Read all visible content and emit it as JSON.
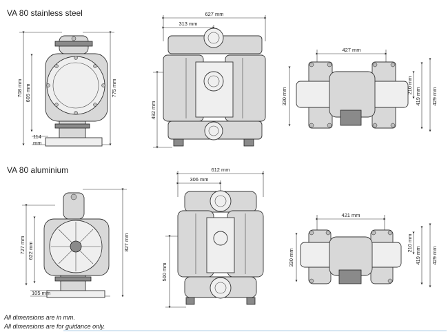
{
  "sections": [
    {
      "title": "VA 80 stainless steel",
      "front": {
        "h_total": "708 mm",
        "h_mid": "605 mm",
        "h_right": "775 mm",
        "base": "114\nmm"
      },
      "side": {
        "w_total": "627 mm",
        "w_half": "313 mm",
        "h": "492 mm"
      },
      "top": {
        "w": "427 mm",
        "d_left": "330 mm",
        "d1": "210 mm",
        "d2": "419 mm",
        "d3": "429 mm"
      }
    },
    {
      "title": "VA 80 aluminium",
      "front": {
        "h_total": "727 mm",
        "h_mid": "622 mm",
        "h_right": "827 mm",
        "base": "105 mm"
      },
      "side": {
        "w_total": "612 mm",
        "w_half": "306 mm",
        "h": "500 mm"
      },
      "top": {
        "w": "421 mm",
        "d_left": "330 mm",
        "d1": "210 mm",
        "d2": "419 mm",
        "d3": "429 mm"
      }
    }
  ],
  "notes": [
    "All dimensions are in mm.",
    "All dimensions are for guidance only."
  ]
}
